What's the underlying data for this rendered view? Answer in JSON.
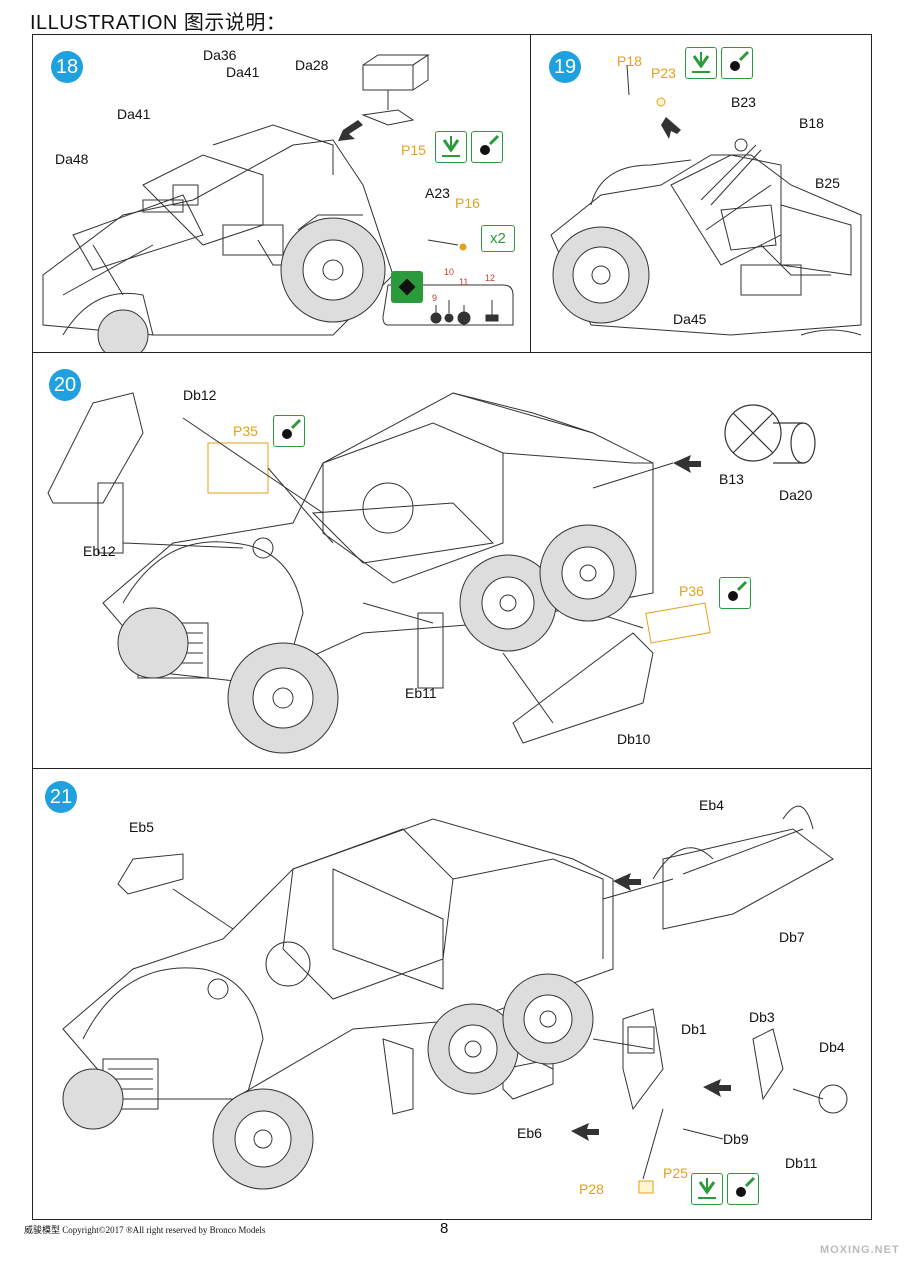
{
  "header": {
    "title": "ILLUSTRATION 图示说明："
  },
  "steps": {
    "s18": {
      "number": "18",
      "labels": {
        "da36": "Da36",
        "da41a": "Da41",
        "da41b": "Da41",
        "da48": "Da48",
        "da28": "Da28",
        "a23": "A23",
        "p15": "P15",
        "p16": "P16"
      },
      "multiplier": "x2",
      "callouts": [
        "9",
        "10",
        "11",
        "12"
      ]
    },
    "s19": {
      "number": "19",
      "labels": {
        "p18": "P18",
        "p23": "P23",
        "b23": "B23",
        "b18": "B18",
        "b25": "B25",
        "da45": "Da45"
      }
    },
    "s20": {
      "number": "20",
      "labels": {
        "db12": "Db12",
        "p35": "P35",
        "eb12": "Eb12",
        "b13": "B13",
        "da20": "Da20",
        "p36": "P36",
        "eb11": "Eb11",
        "db10": "Db10"
      }
    },
    "s21": {
      "number": "21",
      "labels": {
        "eb5": "Eb5",
        "eb4": "Eb4",
        "db7": "Db7",
        "db1": "Db1",
        "db3": "Db3",
        "db4": "Db4",
        "eb6": "Eb6",
        "db9": "Db9",
        "db11": "Db11",
        "p25": "P25",
        "p28": "P28"
      }
    }
  },
  "icons": {
    "glue": "glue-icon",
    "paint": "paint-icon",
    "arrow": "assembly-arrow-icon"
  },
  "colors": {
    "step_badge": "#1fa1e0",
    "pe_part": "#e6a11a",
    "icon_green": "#2a9a3a"
  },
  "footer": {
    "copyright": "威骏模型 Copyright©2017 ®All right reserved by Bronco Models",
    "page": "8"
  },
  "watermark": "MOXING.NET"
}
